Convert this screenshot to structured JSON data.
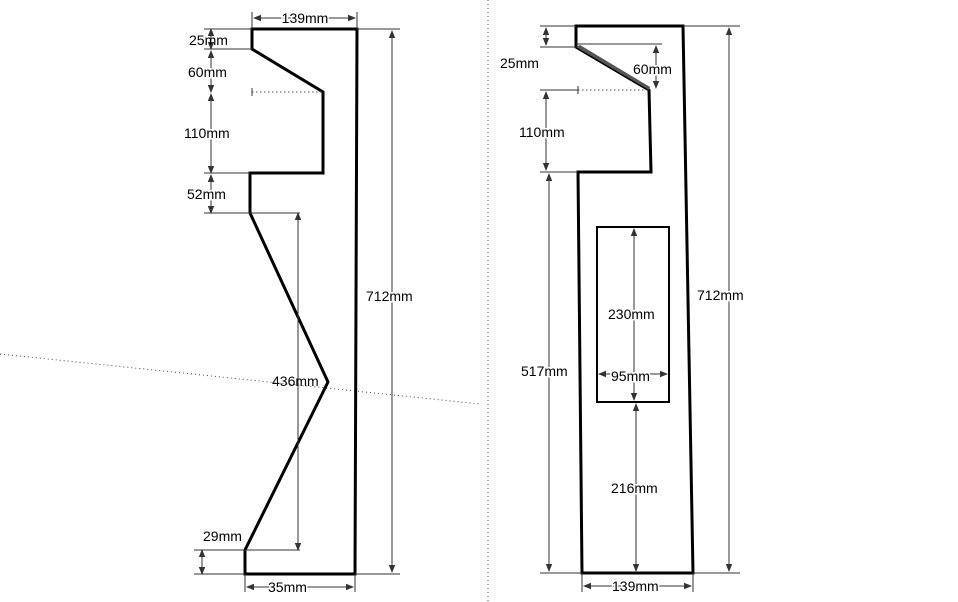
{
  "left_panel": {
    "top_width": "139mm",
    "top_offset": "25mm",
    "notch_height": "60mm",
    "ledge_height": "110mm",
    "step_height": "52mm",
    "v_depth": "436mm",
    "bottom_offset": "29mm",
    "overall_height": "712mm",
    "base_width": "35mm"
  },
  "right_panel": {
    "top_offset": "25mm",
    "notch_height": "60mm",
    "ledge_height": "110mm",
    "lower_height": "517mm",
    "cutout_height": "230mm",
    "cutout_width": "95mm",
    "cutout_bottom": "216mm",
    "overall_height": "712mm",
    "base_width": "139mm"
  }
}
